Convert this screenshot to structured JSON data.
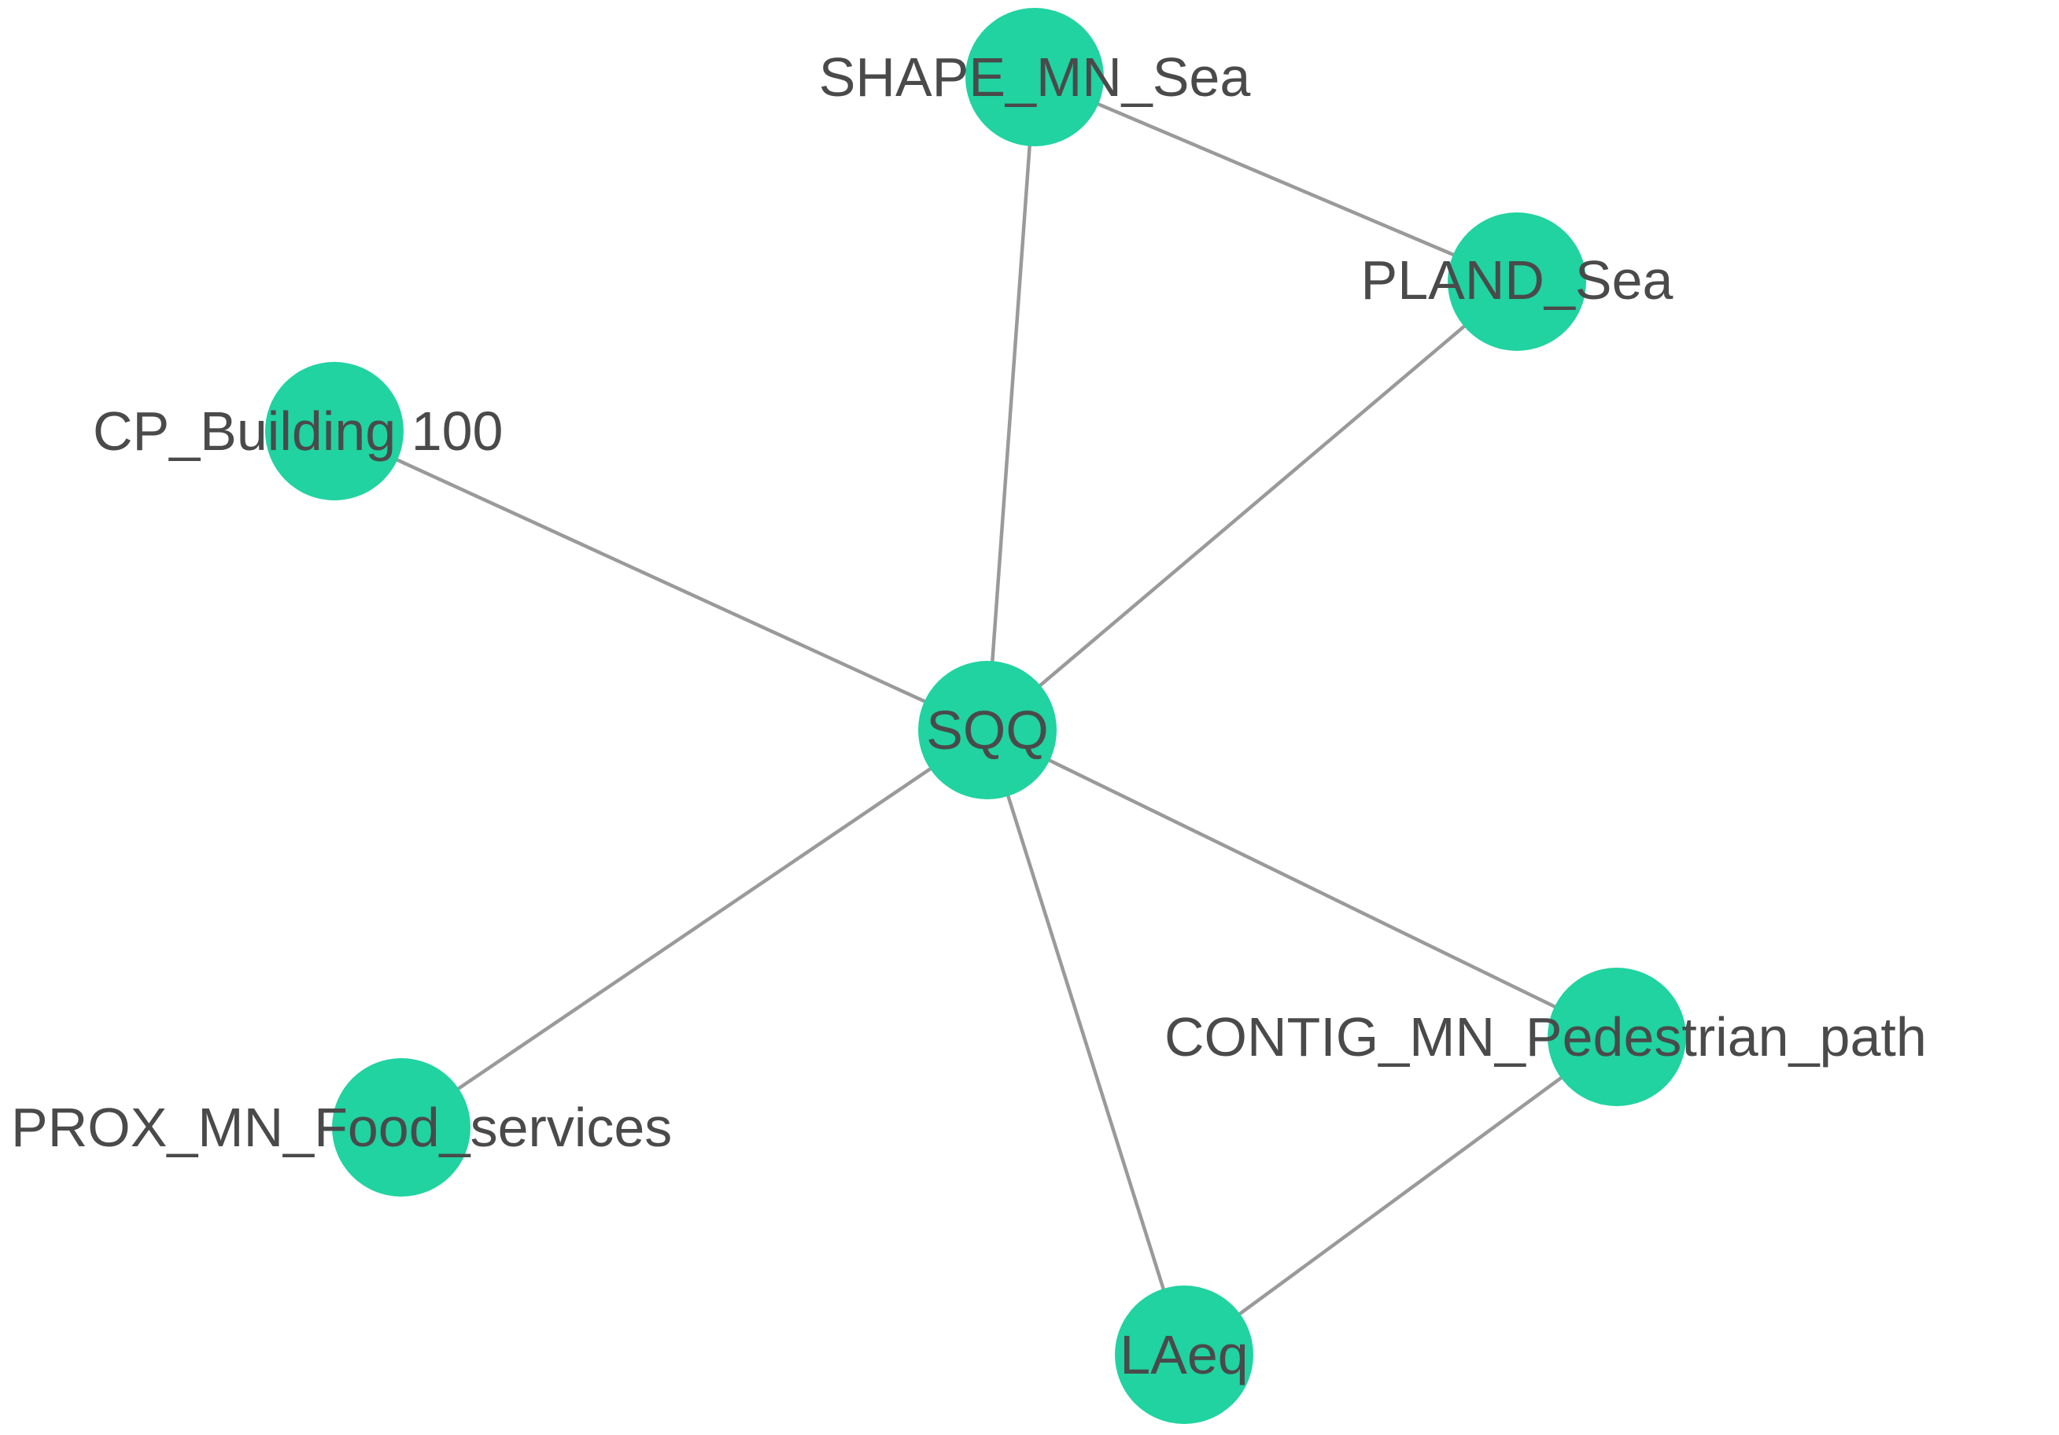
{
  "colors": {
    "node_fill": "#20D3A1",
    "edge": "#9A9A9A",
    "label": "#4A4A4A",
    "background": "#FFFFFF"
  },
  "nodes": [
    {
      "id": "SQQ",
      "label": "SQQ"
    },
    {
      "id": "SHAPE_MN_Sea",
      "label": "SHAPE_MN_Sea"
    },
    {
      "id": "PLAND_Sea",
      "label": "PLAND_Sea"
    },
    {
      "id": "CP_Building 100",
      "label": "CP_Building 100"
    },
    {
      "id": "PROX_MN_Food_services",
      "label": "PROX_MN_Food_services"
    },
    {
      "id": "CONTIG_MN_Pedestrian_path",
      "label": "CONTIG_MN_Pedestrian_path"
    },
    {
      "id": "LAeq",
      "label": "LAeq"
    }
  ],
  "edges": [
    {
      "source": "SQQ",
      "target": "SHAPE_MN_Sea"
    },
    {
      "source": "SQQ",
      "target": "PLAND_Sea"
    },
    {
      "source": "SQQ",
      "target": "CP_Building 100"
    },
    {
      "source": "SQQ",
      "target": "PROX_MN_Food_services"
    },
    {
      "source": "SQQ",
      "target": "CONTIG_MN_Pedestrian_path"
    },
    {
      "source": "SQQ",
      "target": "LAeq"
    },
    {
      "source": "SHAPE_MN_Sea",
      "target": "PLAND_Sea"
    },
    {
      "source": "CONTIG_MN_Pedestrian_path",
      "target": "LAeq"
    }
  ]
}
